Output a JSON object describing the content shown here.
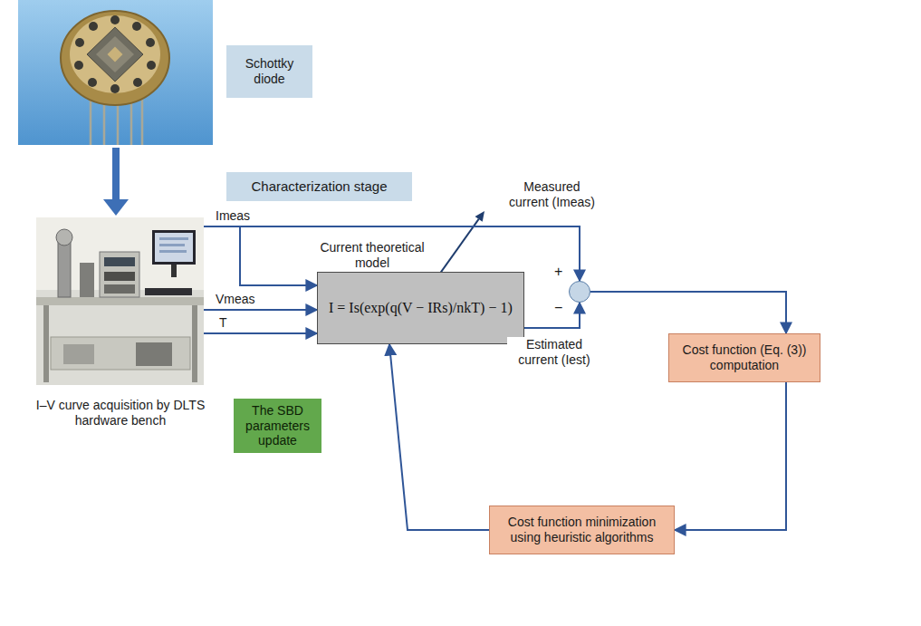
{
  "diagram": {
    "nodes": [
      {
        "text": [
          "Schottky diode"
        ]
      },
      {
        "text": [
          "Characterization stage"
        ]
      },
      {
        "text": [
          "I–V curve acquisition by DLTS hardware bench"
        ]
      },
      {
        "text": [
          "Current theoretical model",
          "I = Is(exp(q(V − IRs)/nkT) − 1)"
        ]
      },
      {
        "text": [
          "+",
          "−"
        ]
      },
      {
        "text": [
          "Cost function (Eq. (3)) computation"
        ]
      },
      {
        "text": [
          "The SBD parameters update"
        ]
      },
      {
        "text": [
          "Cost function minimization using heuristic algorithms"
        ]
      }
    ],
    "edges": [
      {
        "from": 2,
        "to": 4,
        "label": "Measured current (Imeas)",
        "arrow": "to"
      },
      {
        "from": 2,
        "to": 3,
        "arrow": "to"
      },
      {
        "from": 2,
        "to": 3,
        "label": "Vmeas",
        "arrow": "to"
      },
      {
        "from": 2,
        "to": 3,
        "label": "T",
        "arrow": "to"
      },
      {
        "from": 3,
        "to": 4,
        "label": "Estimated current (Iest)",
        "arrow": "to"
      },
      {
        "from": 4,
        "to": 5,
        "arrow": "to"
      },
      {
        "from": 5,
        "to": 7,
        "arrow": "to"
      },
      {
        "from": 7,
        "to": 3,
        "arrow": "to"
      }
    ],
    "labels": [
      "Imeas"
    ]
  }
}
